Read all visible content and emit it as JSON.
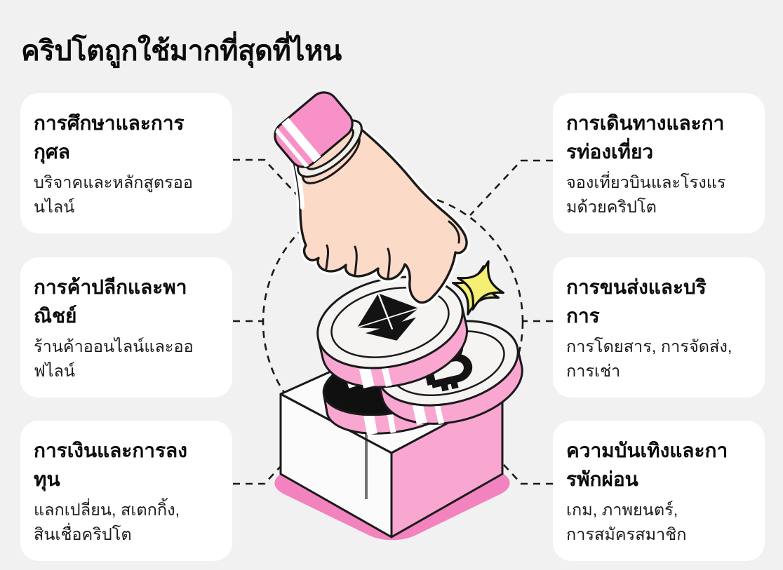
{
  "page": {
    "title": "คริปโตถูกใช้มากที่สุดที่ไหน",
    "language": "th",
    "background_color": "#F2F1F1"
  },
  "palette": {
    "card_background": "#FFFFFF",
    "text_color": "#0c0c0c",
    "outline_black": "#1a1a1a",
    "pink_light": "#F9A6D1",
    "pink_cuff": "#F891C7",
    "pink_shadow": "#F283BE",
    "skin": "#FBDAC8",
    "sparkle_yellow": "#F5EF73",
    "coin_face_white": "#F5F4F3",
    "coin_black": "#101010"
  },
  "cards": [
    {
      "id": "education-charity",
      "title": "การศึกษาและการ\nกุศล",
      "body": "บริจาคและหลักสูตรออ\nนไลน์"
    },
    {
      "id": "retail-commerce",
      "title": "การค้าปลีกและพา\nณิชย์",
      "body": "ร้านค้าออนไลน์และออ\nฟไลน์"
    },
    {
      "id": "finance-investment",
      "title": "การเงินและการลง\nทุน",
      "body": "แลกเปลี่ยน, สเตกกิ้ง,\nสินเชื่อคริปโต"
    },
    {
      "id": "travel-tourism",
      "title": "การเดินทางและกา\nรท่องเที่ยว",
      "body": "จองเที่ยวบินและโรงแร\nมด้วยคริปโต"
    },
    {
      "id": "transport-services",
      "title": "การขนส่งและบริ\nการ",
      "body": "การโดยสาร, การจัดส่ง,\nการเช่า"
    },
    {
      "id": "entertainment-leisure",
      "title": "ความบันเทิงและกา\nรพักผ่อน",
      "body": "เกม, ภาพยนตร์,\nการสมัครสมาชิก"
    }
  ],
  "illustration": {
    "description": "hand dropping crypto coins into a pink box",
    "icons": [
      "hand-icon",
      "sleeve-cuff-icon",
      "bracelet-icon",
      "ethereum-coin-icon",
      "bitcoin-coin-icon",
      "black-coin-icon",
      "coin-box-icon",
      "box-shadow-blob",
      "sparkle-icon",
      "dashed-circle-icon",
      "connector-line"
    ],
    "coin_symbols": [
      "ethereum",
      "bitcoin"
    ]
  }
}
